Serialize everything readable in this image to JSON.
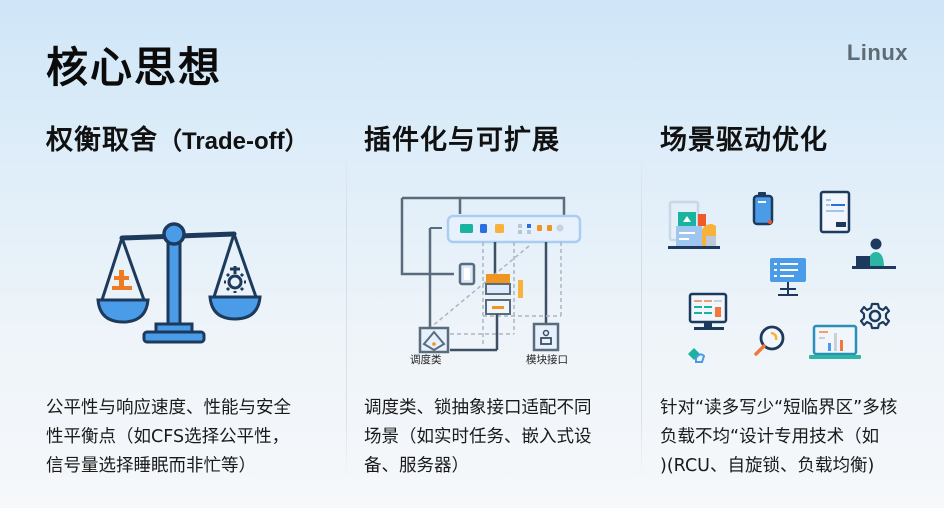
{
  "header": {
    "title": "核心思想",
    "brand": "Linux"
  },
  "columns": [
    {
      "title": "权衡取舍",
      "title_suffix": "（Trade-off）",
      "illustration": "balance-scale-icon",
      "description_lines": [
        "公平性与响应速度、性能与安全",
        "性平衡点（如CFS选择公平性，",
        "信号量选择睡眠而非忙等）"
      ]
    },
    {
      "title": "插件化与可扩展",
      "illustration": "plugin-architecture-diagram",
      "diagram_labels": {
        "left": "调度类",
        "right": "模块接口"
      },
      "description_lines": [
        "调度类、锁抽象接口适配不同",
        "场景（如实时任务、嵌入式设",
        "备、服务器）"
      ]
    },
    {
      "title": "场景驱动优化",
      "illustration": "scenario-icons-cluster",
      "description_lines": [
        "针对“读多写少“短临界区”多核",
        "负载不均“设计专用技术（如",
        ")(RCU、自旋锁、负载均衡)"
      ]
    }
  ],
  "colors": {
    "accent_blue": "#4a9be8",
    "navy": "#1d3a5c",
    "orange": "#f07a1f",
    "teal": "#19b3a0",
    "amber": "#f8b13a",
    "brand_gray": "#5f6b74"
  }
}
